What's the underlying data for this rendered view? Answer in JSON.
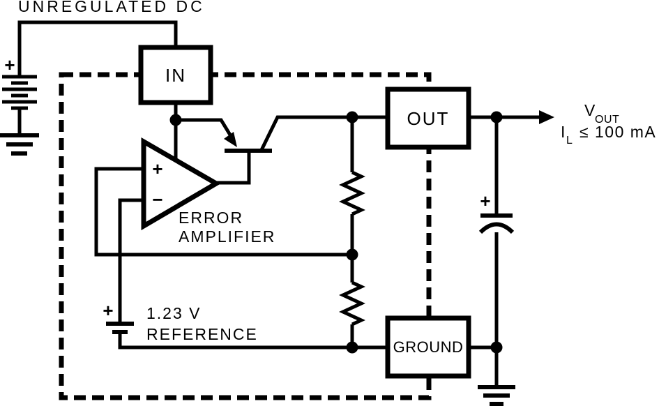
{
  "diagram": {
    "source_label": "UNREGULATED DC",
    "blocks": {
      "in": "IN",
      "out": "OUT",
      "ground": "GROUND"
    },
    "error_amplifier": {
      "name_line1": "ERROR",
      "name_line2": "AMPLIFIER",
      "noninverting_input": "+",
      "inverting_input": "−"
    },
    "reference": {
      "voltage": "1.23 V",
      "label": "REFERENCE",
      "polarity": "+"
    },
    "input_battery": {
      "polarity": "+"
    },
    "output_capacitor": {
      "polarity": "+"
    },
    "output": {
      "voltage_symbol": "V",
      "voltage_subscript": "OUT",
      "current_symbol": "I",
      "current_subscript": "L",
      "current_limit": "≤ 100 mA"
    },
    "colors": {
      "line": "#000000",
      "background": "#ffffff"
    }
  }
}
